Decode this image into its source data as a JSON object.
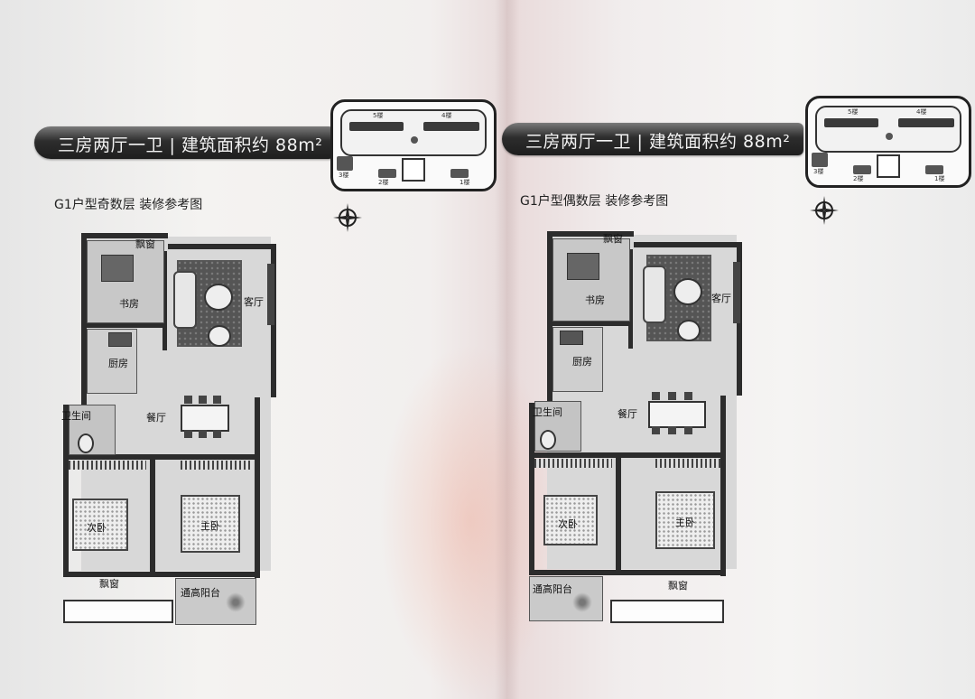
{
  "spread": {
    "left": {
      "banner_title": "三房两厅一卫 | 建筑面积约 88m²",
      "plan_label": "G1户型奇数层 装修参考图",
      "rooms": {
        "bay_window_top": "飘窗",
        "study": "书房",
        "living": "客厅",
        "kitchen": "厨房",
        "dining": "餐厅",
        "bathroom": "卫生间",
        "second_bedroom": "次卧",
        "master_bedroom": "主卧",
        "bay_window_bottom": "飘窗",
        "balcony": "通高阳台"
      },
      "keymap": {
        "building_5": "5楼",
        "building_4": "4楼",
        "building_3": "3楼",
        "building_2": "2楼",
        "building_1": "1楼"
      }
    },
    "right": {
      "banner_title": "三房两厅一卫 | 建筑面积约 88m²",
      "plan_label": "G1户型偶数层 装修参考图",
      "rooms": {
        "bay_window_top": "飘窗",
        "study": "书房",
        "living": "客厅",
        "kitchen": "厨房",
        "dining": "餐厅",
        "bathroom": "卫生间",
        "second_bedroom": "次卧",
        "master_bedroom": "主卧",
        "bay_window_bottom": "飘窗",
        "balcony": "通高阳台"
      },
      "keymap": {
        "building_5": "5楼",
        "building_4": "4楼",
        "building_3": "3楼",
        "building_2": "2楼",
        "building_1": "1楼"
      }
    }
  },
  "colors": {
    "banner": "#2a2a2a",
    "wall": "#2c2c2c",
    "paper": "#efeeec"
  }
}
